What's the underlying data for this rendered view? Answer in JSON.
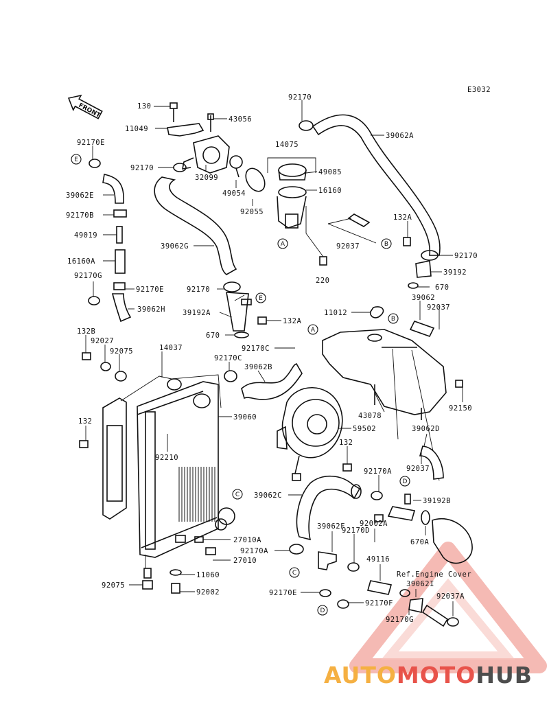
{
  "diagram": {
    "code": "E3032",
    "front_label": "FRONT",
    "ref_note": "Ref.Engine Cover"
  },
  "labels": {
    "p130": "130",
    "p11049": "11049",
    "p43056": "43056",
    "p92170_top": "92170",
    "p39062A": "39062A",
    "p14075": "14075",
    "p49085": "49085",
    "p16160": "16160",
    "p92170E_a": "92170E",
    "p92170_b": "92170",
    "p32099": "32099",
    "p49054": "49054",
    "p92055": "92055",
    "p39062E": "39062E",
    "p92170B": "92170B",
    "p49019": "49019",
    "p39062G": "39062G",
    "p92037_a": "92037",
    "p132A_a": "132A",
    "p92170_c": "92170",
    "p39192_a": "39192",
    "p670_a": "670",
    "p16160A": "16160A",
    "p92170G_a": "92170G",
    "p220": "220",
    "p92170E_b": "92170E",
    "p92170_d": "92170",
    "p39062": "39062",
    "p92037_b": "92037",
    "p39192A": "39192A",
    "p39062H": "39062H",
    "p11012": "11012",
    "p132A_b": "132A",
    "p670_b": "670",
    "p92170C_a": "92170C",
    "p132B": "132B",
    "p92027": "92027",
    "p92075_a": "92075",
    "p14037": "14037",
    "p92170C_b": "92170C",
    "p39062B": "39062B",
    "p92150": "92150",
    "p43078": "43078",
    "p39060": "39060",
    "p132_a": "132",
    "p59502": "59502",
    "p39062D": "39062D",
    "p92210": "92210",
    "p132_b": "132",
    "p92037_c": "92037",
    "p92170A_a": "92170A",
    "p39062C": "39062C",
    "p39192B": "39192B",
    "p39062F": "39062F",
    "p92170D": "92170D",
    "p92002A": "92002A",
    "p670A": "670A",
    "p27010A": "27010A",
    "p92170A_b": "92170A",
    "p27010": "27010",
    "p49116": "49116",
    "p11060": "11060",
    "p39062I": "39062I",
    "p92075_b": "92075",
    "p92002": "92002",
    "p92170E_c": "92170E",
    "p92170F": "92170F",
    "p92037A": "92037A",
    "p92170G_b": "92170G"
  },
  "callouts": {
    "A": "A",
    "B": "B",
    "C": "C",
    "D": "D",
    "E": "E"
  },
  "watermark": {
    "part1": "AUTO",
    "part2": "MOTO",
    "part3": "HUB",
    "color_red": "#e8534a",
    "color_orange": "#f5b042",
    "color_grey": "#4d4d4d"
  }
}
